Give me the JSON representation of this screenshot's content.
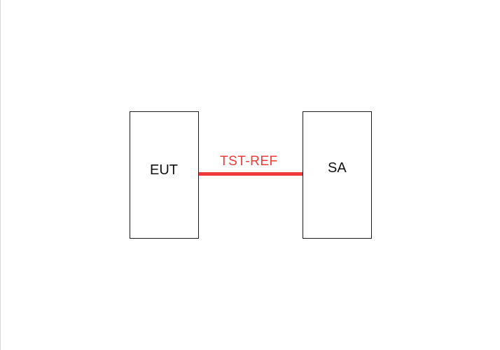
{
  "diagram": {
    "nodes": [
      {
        "id": "eut",
        "label": "EUT"
      },
      {
        "id": "sa",
        "label": "SA"
      }
    ],
    "connection": {
      "from": "eut",
      "to": "sa",
      "label": "TST-REF",
      "color": "#f03a3a"
    },
    "colors": {
      "box_border": "#1a1a1a",
      "background": "#ffffff"
    }
  }
}
